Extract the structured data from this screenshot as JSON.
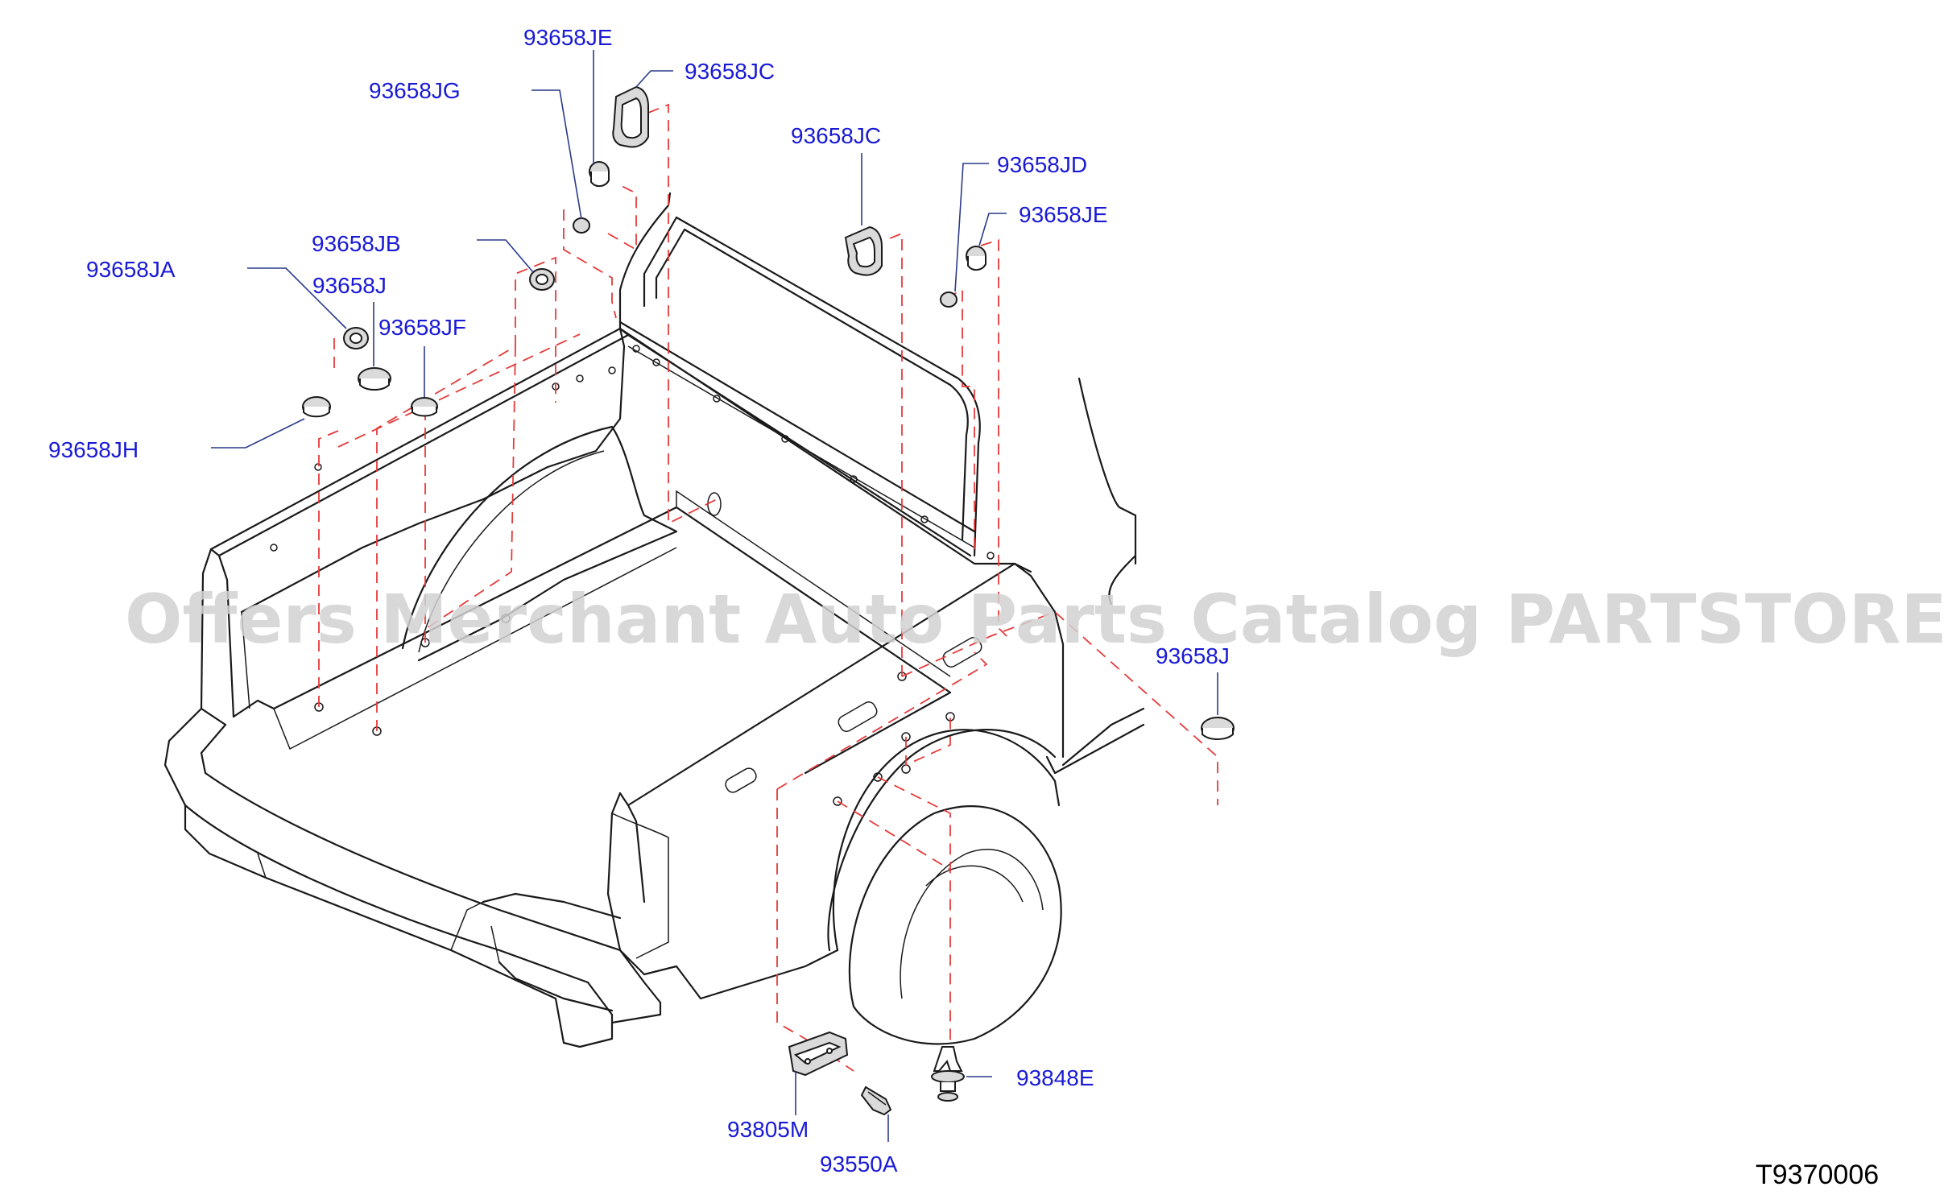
{
  "reference_code": "T9370006",
  "watermark": "Offers Merchant Auto Parts Catalog PARTSTORE.SA",
  "callouts": [
    {
      "id": "jetop",
      "label": "93658JE"
    },
    {
      "id": "jctop",
      "label": "93658JC"
    },
    {
      "id": "jg",
      "label": "93658JG"
    },
    {
      "id": "jcmid",
      "label": "93658JC"
    },
    {
      "id": "jd",
      "label": "93658JD"
    },
    {
      "id": "jeright",
      "label": "93658JE"
    },
    {
      "id": "jb",
      "label": "93658JB"
    },
    {
      "id": "ja",
      "label": "93658JA"
    },
    {
      "id": "j",
      "label": "93658J"
    },
    {
      "id": "jf",
      "label": "93658JF"
    },
    {
      "id": "jh",
      "label": "93658JH"
    },
    {
      "id": "jright",
      "label": "93658J"
    },
    {
      "id": "e848",
      "label": "93848E"
    },
    {
      "id": "m805",
      "label": "93805M"
    },
    {
      "id": "a550",
      "label": "93550A"
    }
  ],
  "colors": {
    "callout": "#1a1ad6",
    "dashed_lines": "#e53b3b",
    "outline": "#1a1a1a",
    "watermark": "#d2d2d2"
  }
}
